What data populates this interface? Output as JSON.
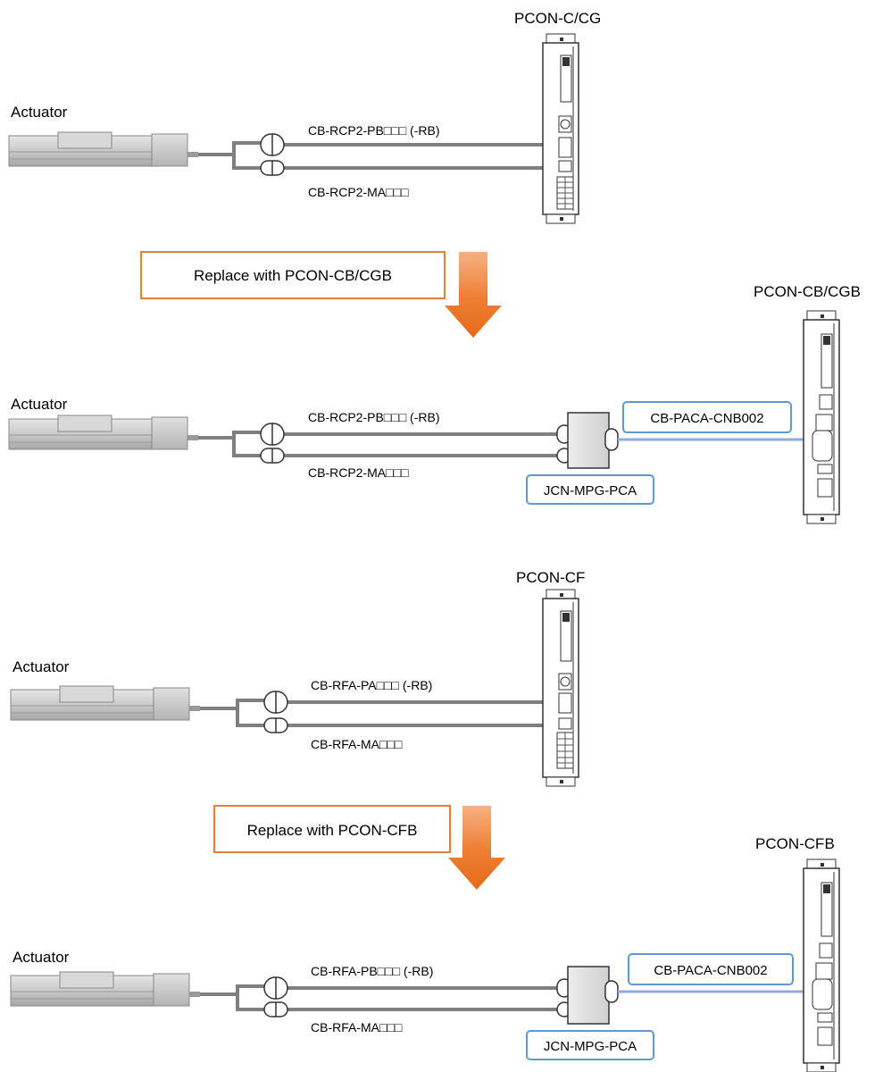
{
  "colors": {
    "cable": "#7f7f7f",
    "orange": "#ed7d31",
    "blue_frame": "#5b9bd5",
    "blue_cable": "#8faadc"
  },
  "sections": [
    {
      "actuator": "Actuator",
      "controller": "PCON-C/CG",
      "cable_top": "CB-RCP2-PB□□□ (-RB)",
      "cable_bottom": "CB-RCP2-MA□□□"
    },
    {
      "replace": "Replace with PCON-CB/CGB",
      "actuator": "Actuator",
      "controller": "PCON-CB/CGB",
      "cable_top": "CB-RCP2-PB□□□ (-RB)",
      "cable_bottom": "CB-RCP2-MA□□□",
      "adapter": "JCN-MPG-PCA",
      "link_cable": "CB-PACA-CNB002"
    },
    {
      "actuator": "Actuator",
      "controller": "PCON-CF",
      "cable_top": "CB-RFA-PA□□□ (-RB)",
      "cable_bottom": "CB-RFA-MA□□□"
    },
    {
      "replace": "Replace with PCON-CFB",
      "actuator": "Actuator",
      "controller": "PCON-CFB",
      "cable_top": "CB-RFA-PB□□□ (-RB)",
      "cable_bottom": "CB-RFA-MA□□□",
      "adapter": "JCN-MPG-PCA",
      "link_cable": "CB-PACA-CNB002"
    }
  ]
}
